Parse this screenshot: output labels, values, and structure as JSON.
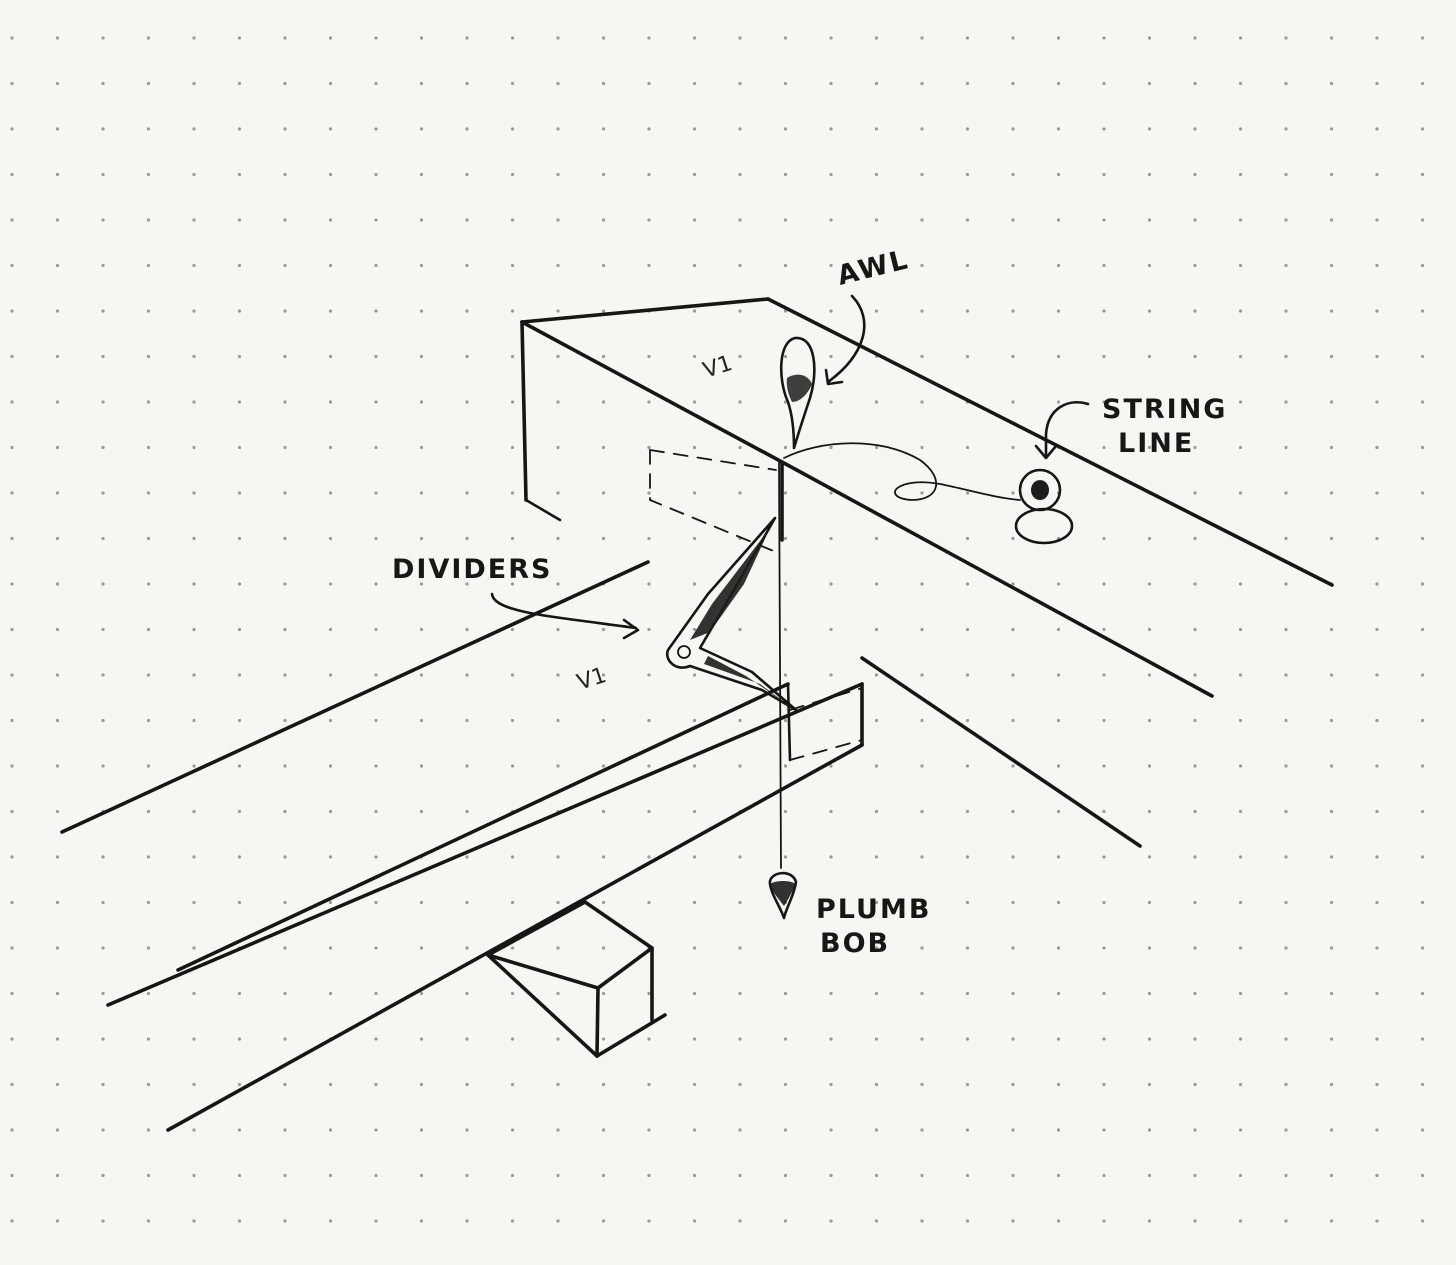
{
  "labels": {
    "awl": "AWL",
    "string_line": [
      "STRING",
      "LINE"
    ],
    "dividers": "DIVIDERS",
    "plumb_bob": [
      "PLUMB",
      "BOB"
    ],
    "marks": [
      "V1",
      "V1"
    ]
  },
  "colors": {
    "paper": "#f6f6f4",
    "ink": "#161616",
    "dot": "#9a9a9a"
  }
}
